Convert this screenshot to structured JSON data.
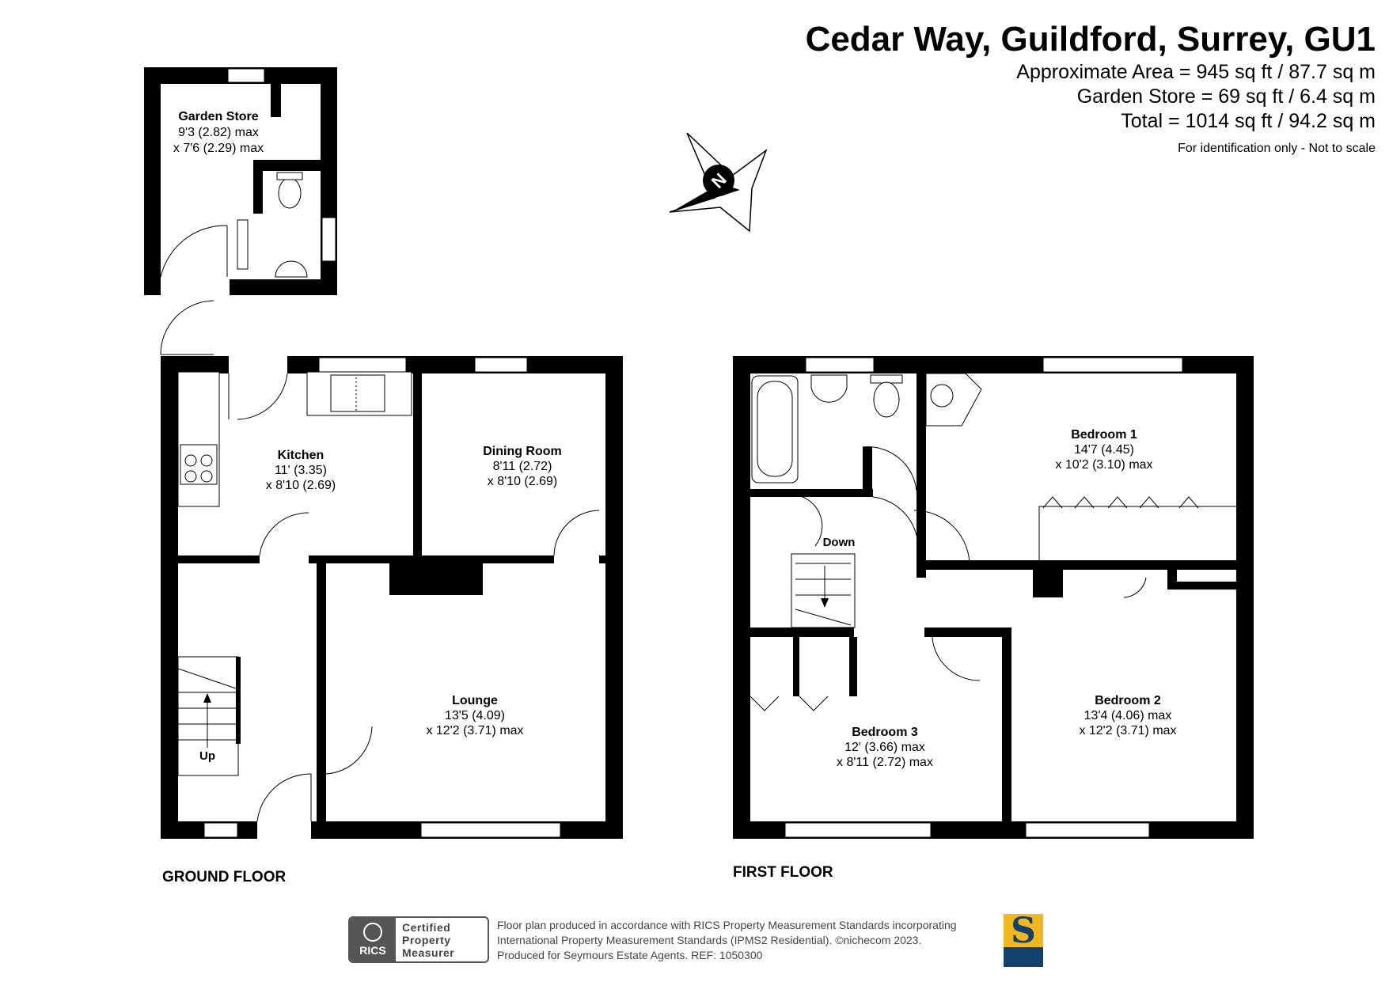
{
  "header": {
    "title": "Cedar Way, Guildford, Surrey, GU1",
    "area_main": "Approximate Area = 945 sq ft / 87.7 sq m",
    "area_garden": "Garden Store = 69 sq ft / 6.4 sq m",
    "area_total": "Total = 1014 sq ft / 94.2 sq m",
    "note": "For identification only - Not to scale"
  },
  "compass": {
    "letter": "N"
  },
  "garden_store": {
    "name": "Garden Store",
    "dim1": "9'3 (2.82) max",
    "dim2": "x 7'6 (2.29) max"
  },
  "ground_floor": {
    "label": "GROUND FLOOR",
    "kitchen": {
      "name": "Kitchen",
      "dim1": "11' (3.35)",
      "dim2": "x 8'10 (2.69)"
    },
    "dining": {
      "name": "Dining Room",
      "dim1": "8'11 (2.72)",
      "dim2": "x 8'10 (2.69)"
    },
    "lounge": {
      "name": "Lounge",
      "dim1": "13'5 (4.09)",
      "dim2": "x 12'2 (3.71) max"
    },
    "stairs_label": "Up"
  },
  "first_floor": {
    "label": "FIRST FLOOR",
    "bedroom1": {
      "name": "Bedroom 1",
      "dim1": "14'7 (4.45)",
      "dim2": "x 10'2 (3.10) max"
    },
    "bedroom2": {
      "name": "Bedroom 2",
      "dim1": "13'4 (4.06) max",
      "dim2": "x 12'2 (3.71) max"
    },
    "bedroom3": {
      "name": "Bedroom 3",
      "dim1": "12' (3.66) max",
      "dim2": "x 8'11 (2.72) max"
    },
    "stairs_label": "Down"
  },
  "footer": {
    "line1": "Floor plan produced in accordance with RICS Property Measurement Standards incorporating",
    "line2": "International Property Measurement Standards (IPMS2 Residential).  ©nichecom 2023.",
    "line3": "Produced for Seymours Estate Agents.   REF:  1050300",
    "rics_badge": "RICS",
    "rics_line1": "Certified",
    "rics_line2": "Property",
    "rics_line3": "Measurer",
    "logo_letter": "S"
  }
}
